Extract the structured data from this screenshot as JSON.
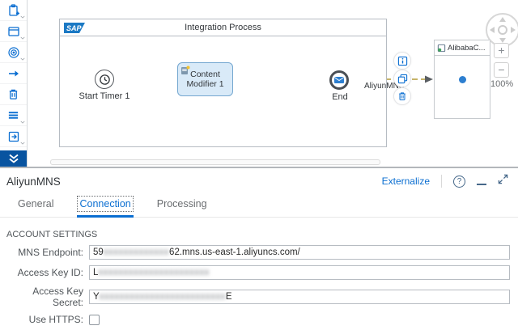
{
  "sidebar": {
    "items": [
      {
        "icon": "clipboard-add-icon"
      },
      {
        "icon": "window-icon"
      },
      {
        "icon": "target-icon"
      },
      {
        "icon": "arrow-right-icon"
      },
      {
        "icon": "trash-icon"
      },
      {
        "icon": "menu-lines-icon"
      },
      {
        "icon": "calendar-export-icon"
      }
    ],
    "more_icon": "chevron-double-down-icon"
  },
  "canvas": {
    "sap_logo_text": "SAP",
    "pool_title": "Integration Process",
    "nodes": {
      "start": {
        "label": "Start Timer 1"
      },
      "content_modifier": {
        "label": "Content Modifier 1"
      },
      "end": {
        "label": "End"
      }
    },
    "edge_label": "AliyunMNS",
    "context_icons": [
      "info-icon",
      "copy-icon",
      "trash-icon"
    ],
    "receiver": {
      "label": "AlibabaC..."
    },
    "controls": {
      "zoom_in_label": "+",
      "zoom_out_label": "−",
      "zoom_level": "100%"
    }
  },
  "panel": {
    "title": "AliyunMNS",
    "externalize_label": "Externalize",
    "help_label": "?",
    "header_icons": [
      "help-icon",
      "minimize-icon",
      "expand-icon"
    ],
    "tabs": [
      {
        "label": "General",
        "active": false
      },
      {
        "label": "Connection",
        "active": true
      },
      {
        "label": "Processing",
        "active": false
      }
    ],
    "section_title": "ACCOUNT SETTINGS",
    "fields": [
      {
        "label": "MNS Endpoint:",
        "value_prefix": "59",
        "value_redacted": "xxxxxxxxxxxxx",
        "value_suffix": "62.mns.us-east-1.aliyuncs.com/"
      },
      {
        "label": "Access Key ID:",
        "value_prefix": "L",
        "value_redacted": "xxxxxxxxxxxxxxxxxxxxxx",
        "value_suffix": ""
      },
      {
        "label": "Access Key Secret:",
        "value_prefix": "Y",
        "value_redacted": "xxxxxxxxxxxxxxxxxxxxxxxxx",
        "value_suffix": "E"
      },
      {
        "label": "Use HTTPS:",
        "checked": false
      }
    ]
  },
  "colors": {
    "accent": "#0a6ed1",
    "sidebar_blue": "#0854a0",
    "flow_edge": "#6b93b4",
    "dashed_edge": "#b49a37",
    "node_fill": "#d9eaf8"
  }
}
